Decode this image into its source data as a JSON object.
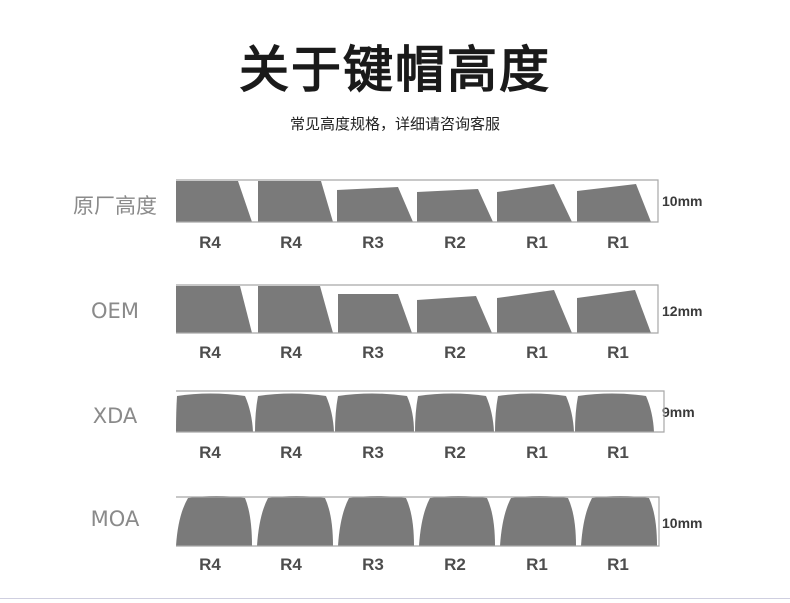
{
  "title": "关于键帽高度",
  "subtitle": "常见高度规格，详细请咨询客服",
  "colors": {
    "keycap": "#7a7a7a",
    "bracket": "#a8a8a8",
    "label": "#8a8a8a"
  },
  "profiles": [
    {
      "name": "原厂高度",
      "height": "10mm",
      "rows": [
        "R4",
        "R4",
        "R3",
        "R2",
        "R1",
        "R1"
      ]
    },
    {
      "name": "OEM",
      "height": "12mm",
      "rows": [
        "R4",
        "R4",
        "R3",
        "R2",
        "R1",
        "R1"
      ]
    },
    {
      "name": "XDA",
      "height": "9mm",
      "rows": [
        "R4",
        "R4",
        "R3",
        "R2",
        "R1",
        "R1"
      ]
    },
    {
      "name": "MOA",
      "height": "10mm",
      "rows": [
        "R4",
        "R4",
        "R3",
        "R2",
        "R1",
        "R1"
      ]
    }
  ]
}
